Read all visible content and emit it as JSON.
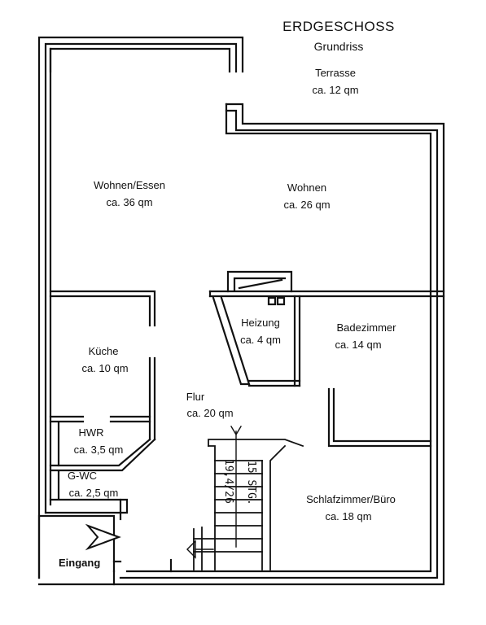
{
  "header": {
    "title": "ERDGESCHOSS",
    "subtitle": "Grundriss"
  },
  "rooms": {
    "terrasse": {
      "name": "Terrasse",
      "area": "ca. 12 qm"
    },
    "wohnen_essen": {
      "name": "Wohnen/Essen",
      "area": "ca. 36 qm"
    },
    "wohnen": {
      "name": "Wohnen",
      "area": "ca. 26 qm"
    },
    "heizung": {
      "name": "Heizung",
      "area": "ca. 4 qm"
    },
    "badezimmer": {
      "name": "Badezimmer",
      "area": "ca. 14 qm"
    },
    "kueche": {
      "name": "Küche",
      "area": "ca. 10 qm"
    },
    "flur": {
      "name": "Flur",
      "area": "ca. 20 qm"
    },
    "hwr": {
      "name": "HWR",
      "area": "ca. 3,5 qm"
    },
    "gwc": {
      "name": "G-WC",
      "area": "ca. 2,5 qm"
    },
    "schlafzimmer": {
      "name": "Schlafzimmer/Büro",
      "area": "ca. 18 qm"
    }
  },
  "entrance": {
    "label": "Eingang"
  },
  "stairs": {
    "steps": "15 STG.",
    "dimension": "19,4/26"
  },
  "colors": {
    "line": "#111111",
    "background": "#ffffff"
  }
}
